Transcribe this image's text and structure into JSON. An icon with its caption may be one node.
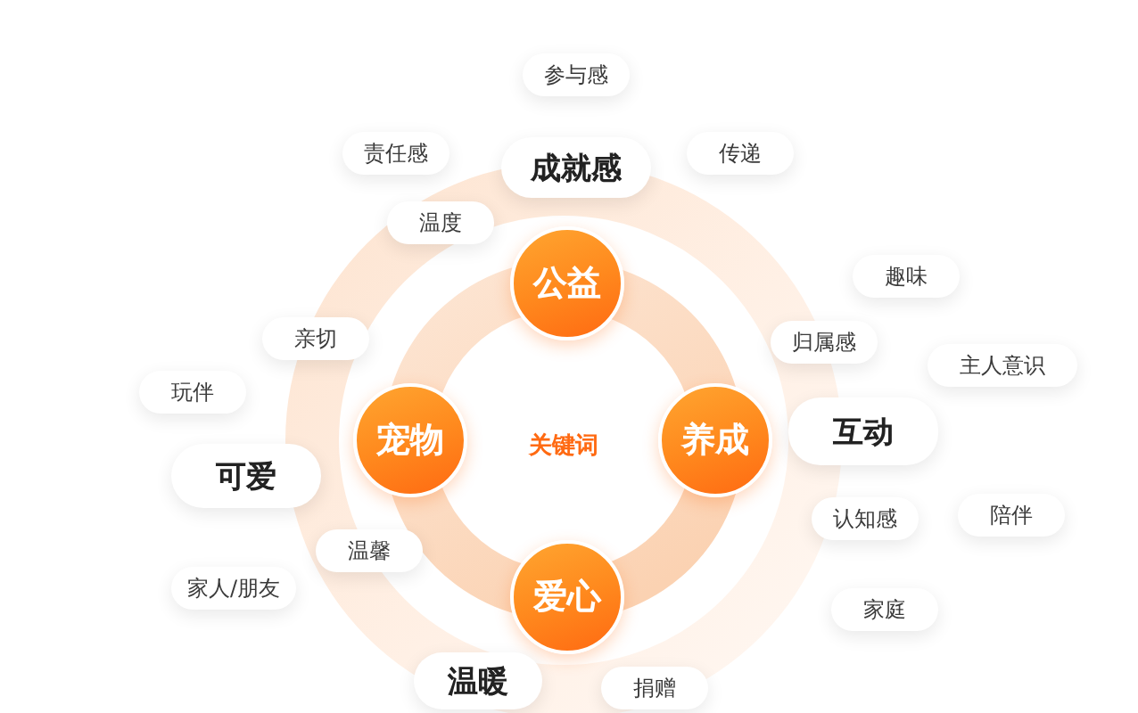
{
  "diagram": {
    "nodes": [
      {
        "text": [
          "参与感"
        ]
      },
      {
        "text": [
          "责任感"
        ]
      },
      {
        "text": [
          "成就感"
        ]
      },
      {
        "text": [
          "传递"
        ]
      },
      {
        "text": [
          "温度"
        ]
      },
      {
        "text": [
          "趣味"
        ]
      },
      {
        "text": [
          "公益"
        ]
      },
      {
        "text": [
          "亲切"
        ]
      },
      {
        "text": [
          "归属感"
        ]
      },
      {
        "text": [
          "主人意识"
        ]
      },
      {
        "text": [
          "玩伴"
        ]
      },
      {
        "text": [
          "宠物"
        ]
      },
      {
        "text": [
          "养成"
        ]
      },
      {
        "text": [
          "互动"
        ]
      },
      {
        "text": [
          "可爱"
        ]
      },
      {
        "text": [
          "认知感"
        ]
      },
      {
        "text": [
          "陪伴"
        ]
      },
      {
        "text": [
          "温馨"
        ]
      },
      {
        "text": [
          "家人/朋友"
        ]
      },
      {
        "text": [
          "爱心"
        ]
      },
      {
        "text": [
          "家庭"
        ]
      },
      {
        "text": [
          "温暖"
        ]
      },
      {
        "text": [
          "捐赠"
        ]
      }
    ],
    "labels": [
      "关键词"
    ]
  }
}
